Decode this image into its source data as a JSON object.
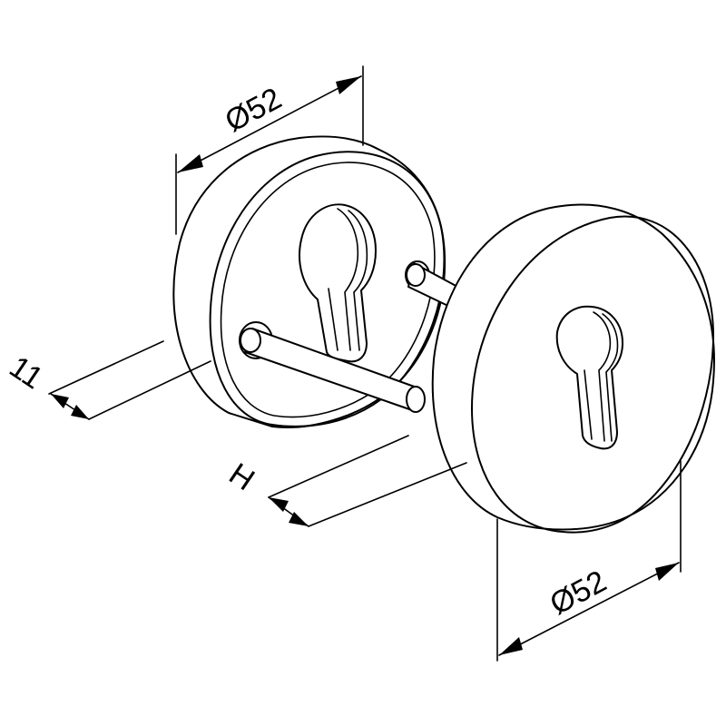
{
  "dimensions": {
    "rear_diameter": "Ø52",
    "front_diameter": "Ø52",
    "rear_thickness": "11",
    "front_thickness": "H"
  },
  "line_color": "#000000",
  "background_color": "#ffffff"
}
